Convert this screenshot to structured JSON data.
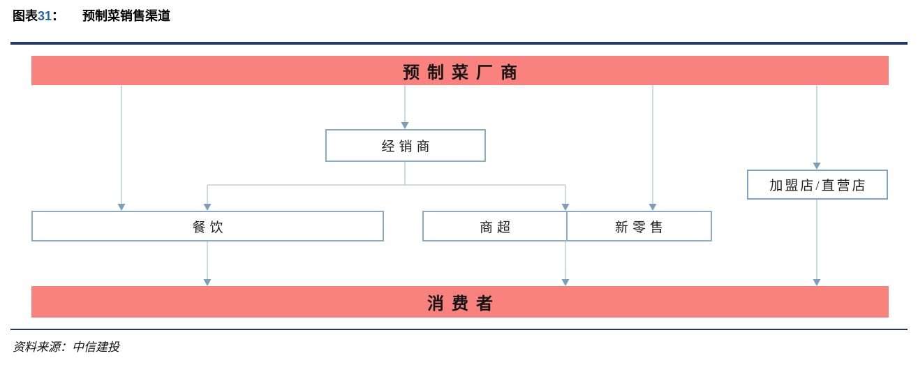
{
  "figure": {
    "label": "图表",
    "number": "31",
    "colon": "：",
    "title": "预制菜销售渠道"
  },
  "diagram": {
    "nodes": {
      "manufacturer": "预制菜厂商",
      "distributor": "经销商",
      "franchise": "加盟店/直营店",
      "catering": "餐饮",
      "supermarket": "商超",
      "new_retail": "新零售",
      "consumer": "消费者"
    },
    "edges": [
      {
        "from": "manufacturer",
        "to": "catering"
      },
      {
        "from": "manufacturer",
        "to": "distributor"
      },
      {
        "from": "manufacturer",
        "to": "new_retail"
      },
      {
        "from": "manufacturer",
        "to": "franchise"
      },
      {
        "from": "distributor",
        "to": "catering"
      },
      {
        "from": "distributor",
        "to": "supermarket"
      },
      {
        "from": "catering",
        "to": "consumer"
      },
      {
        "from": "supermarket",
        "to": "consumer"
      },
      {
        "from": "franchise",
        "to": "consumer"
      }
    ]
  },
  "source_note": "资料来源：中信建投",
  "colors": {
    "banner_fill": "#F9827E",
    "node_border": "#8CACC6",
    "connector_line": "#BDD0E0",
    "arrowhead": "#7B9EBC",
    "header_rule": "#1F3864",
    "figure_number_blue": "#2563AC"
  }
}
